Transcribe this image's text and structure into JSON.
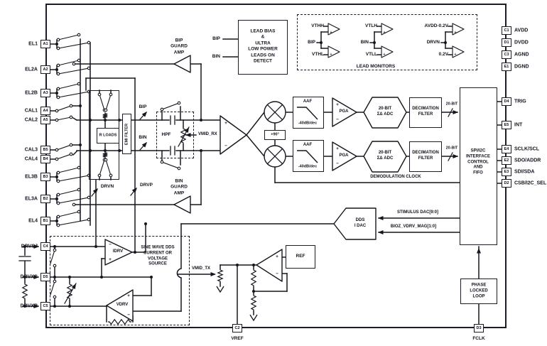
{
  "pins": {
    "left": [
      {
        "code": "A1",
        "label": "EL1"
      },
      {
        "code": "A2",
        "label": "EL2A"
      },
      {
        "code": "A3",
        "label": "EL2B"
      },
      {
        "code": "A4",
        "label": "CAL1"
      },
      {
        "code": "A5",
        "label": "CAL2"
      },
      {
        "code": "B5",
        "label": "CAL3"
      },
      {
        "code": "B4",
        "label": "CAL4"
      },
      {
        "code": "B3",
        "label": "EL3B"
      },
      {
        "code": "B2",
        "label": "EL3A"
      },
      {
        "code": "B1",
        "label": "EL4"
      },
      {
        "code": "C4",
        "label": "DRVSJ"
      },
      {
        "code": "D5",
        "label": "DRVXC"
      },
      {
        "code": "C5",
        "label": "DRVXR"
      }
    ],
    "right": [
      {
        "code": "C1",
        "label": "AVDD"
      },
      {
        "code": "D1",
        "label": "DVDD"
      },
      {
        "code": "C3",
        "label": "AGND"
      },
      {
        "code": "E1",
        "label": "DGND"
      },
      {
        "code": "D4",
        "label": "TRIG"
      },
      {
        "code": "E5",
        "label": "INT"
      },
      {
        "code": "E4",
        "label": "SCLK/SCL"
      },
      {
        "code": "E2",
        "label": "SDO/ADDR"
      },
      {
        "code": "E3",
        "label": "SDI/SDA"
      },
      {
        "code": "D2",
        "label": "CSB/I2C_SEL"
      }
    ],
    "bottom": [
      {
        "code": "C2",
        "label": "VREF"
      },
      {
        "code": "D3",
        "label": "FCLK"
      }
    ]
  },
  "monitors": [
    {
      "top": "VTHH",
      "input": "BIP",
      "bottom": "VTHL"
    },
    {
      "top": "VTLH",
      "input": "BIN",
      "bottom": "VTLL"
    },
    {
      "top": "AVDD-0.2V",
      "input": "DRVN",
      "bottom": "0.2V"
    }
  ],
  "labels": {
    "lead_bias": "LEAD BIAS\n&\nULTRA\nLOW POWER\nLEADS ON\nDETECT",
    "lead_monitors_title": "LEAD MONITORS",
    "bip_guard": "BIP\nGUARD\nAMP",
    "bin_guard": "BIN\nGUARD\nAMP",
    "bip": "BIP",
    "bin": "BIN",
    "drvn": "DRVN",
    "drvp": "DRVP",
    "r_loads": "R LOADS",
    "emi": "EMI FILTER",
    "hpf": "HPF",
    "vmid_rx": "VMID_RX",
    "aaf": "AAF",
    "aaf_slope": "-40dB/dec",
    "pga": "PGA",
    "adc": "20-BIT\nΣΔ ADC",
    "decim": "DECIMATION\nFILTER",
    "bus": "20-BIT",
    "demod": "DEMODULATION CLOCK",
    "spi": "SPI/I2C\nINTERFACE\nCONTROL\nAND\nFIFO",
    "dds": "DDS\nI DAC",
    "stim": "STIMULUS DAC[9:0]",
    "bioz": "BIOZ_VDRV_MAG[1:0]",
    "sine": "SINE WAVE DDS\nCURRENT OR\nVOLTAGE\nSOURCE",
    "idrv": "IDRV",
    "vdrv": "VDRV",
    "vmid_tx": "VMID_TX",
    "ref": "REF",
    "pll": "PHASE\nLOCKED\nLOOP",
    "p90": "+90°",
    "plus": "+",
    "minus": "−"
  }
}
